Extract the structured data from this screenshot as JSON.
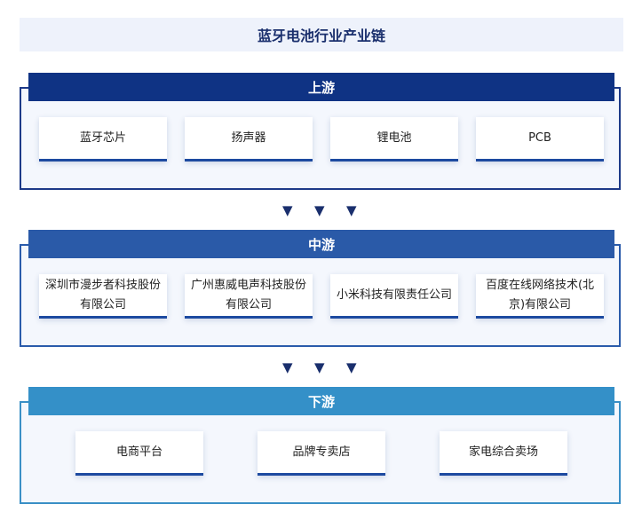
{
  "title": "蓝牙电池行业产业链",
  "upstream": {
    "label": "上游",
    "items": [
      "蓝牙芯片",
      "扬声器",
      "锂电池",
      "PCB"
    ]
  },
  "midstream": {
    "label": "中游",
    "items": [
      "深圳市漫步者科技股份有限公司",
      "广州惠威电声科技股份有限公司",
      "小米科技有限责任公司",
      "百度在线网络技术(北京)有限公司"
    ]
  },
  "downstream": {
    "label": "下游",
    "items": [
      "电商平台",
      "品牌专卖店",
      "家电综合卖场"
    ]
  },
  "arrow_glyph": "▼"
}
